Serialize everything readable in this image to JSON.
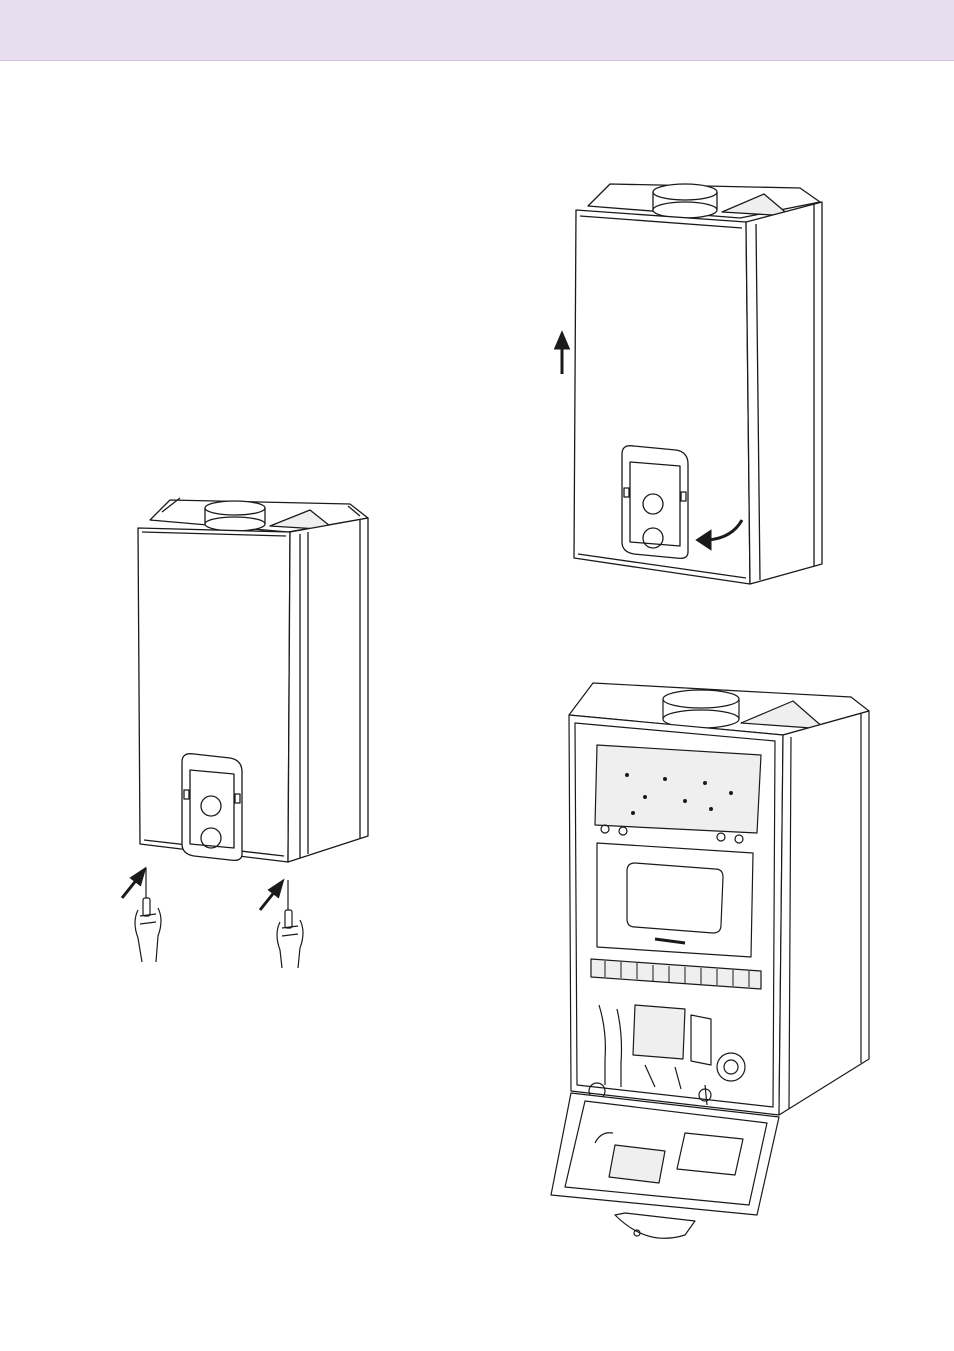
{
  "colors": {
    "header_band": "#e9ddf0",
    "line": "#1a1a1a",
    "panel_fill": "#ffffff",
    "shade_fill": "#efefef"
  },
  "illustrations": [
    {
      "id": "figure-front-panel-screws",
      "arrows": 2,
      "hands": 2
    },
    {
      "id": "figure-front-panel-lift-off",
      "arrows": 2
    },
    {
      "id": "figure-opened-interior",
      "arrows": 0
    }
  ]
}
